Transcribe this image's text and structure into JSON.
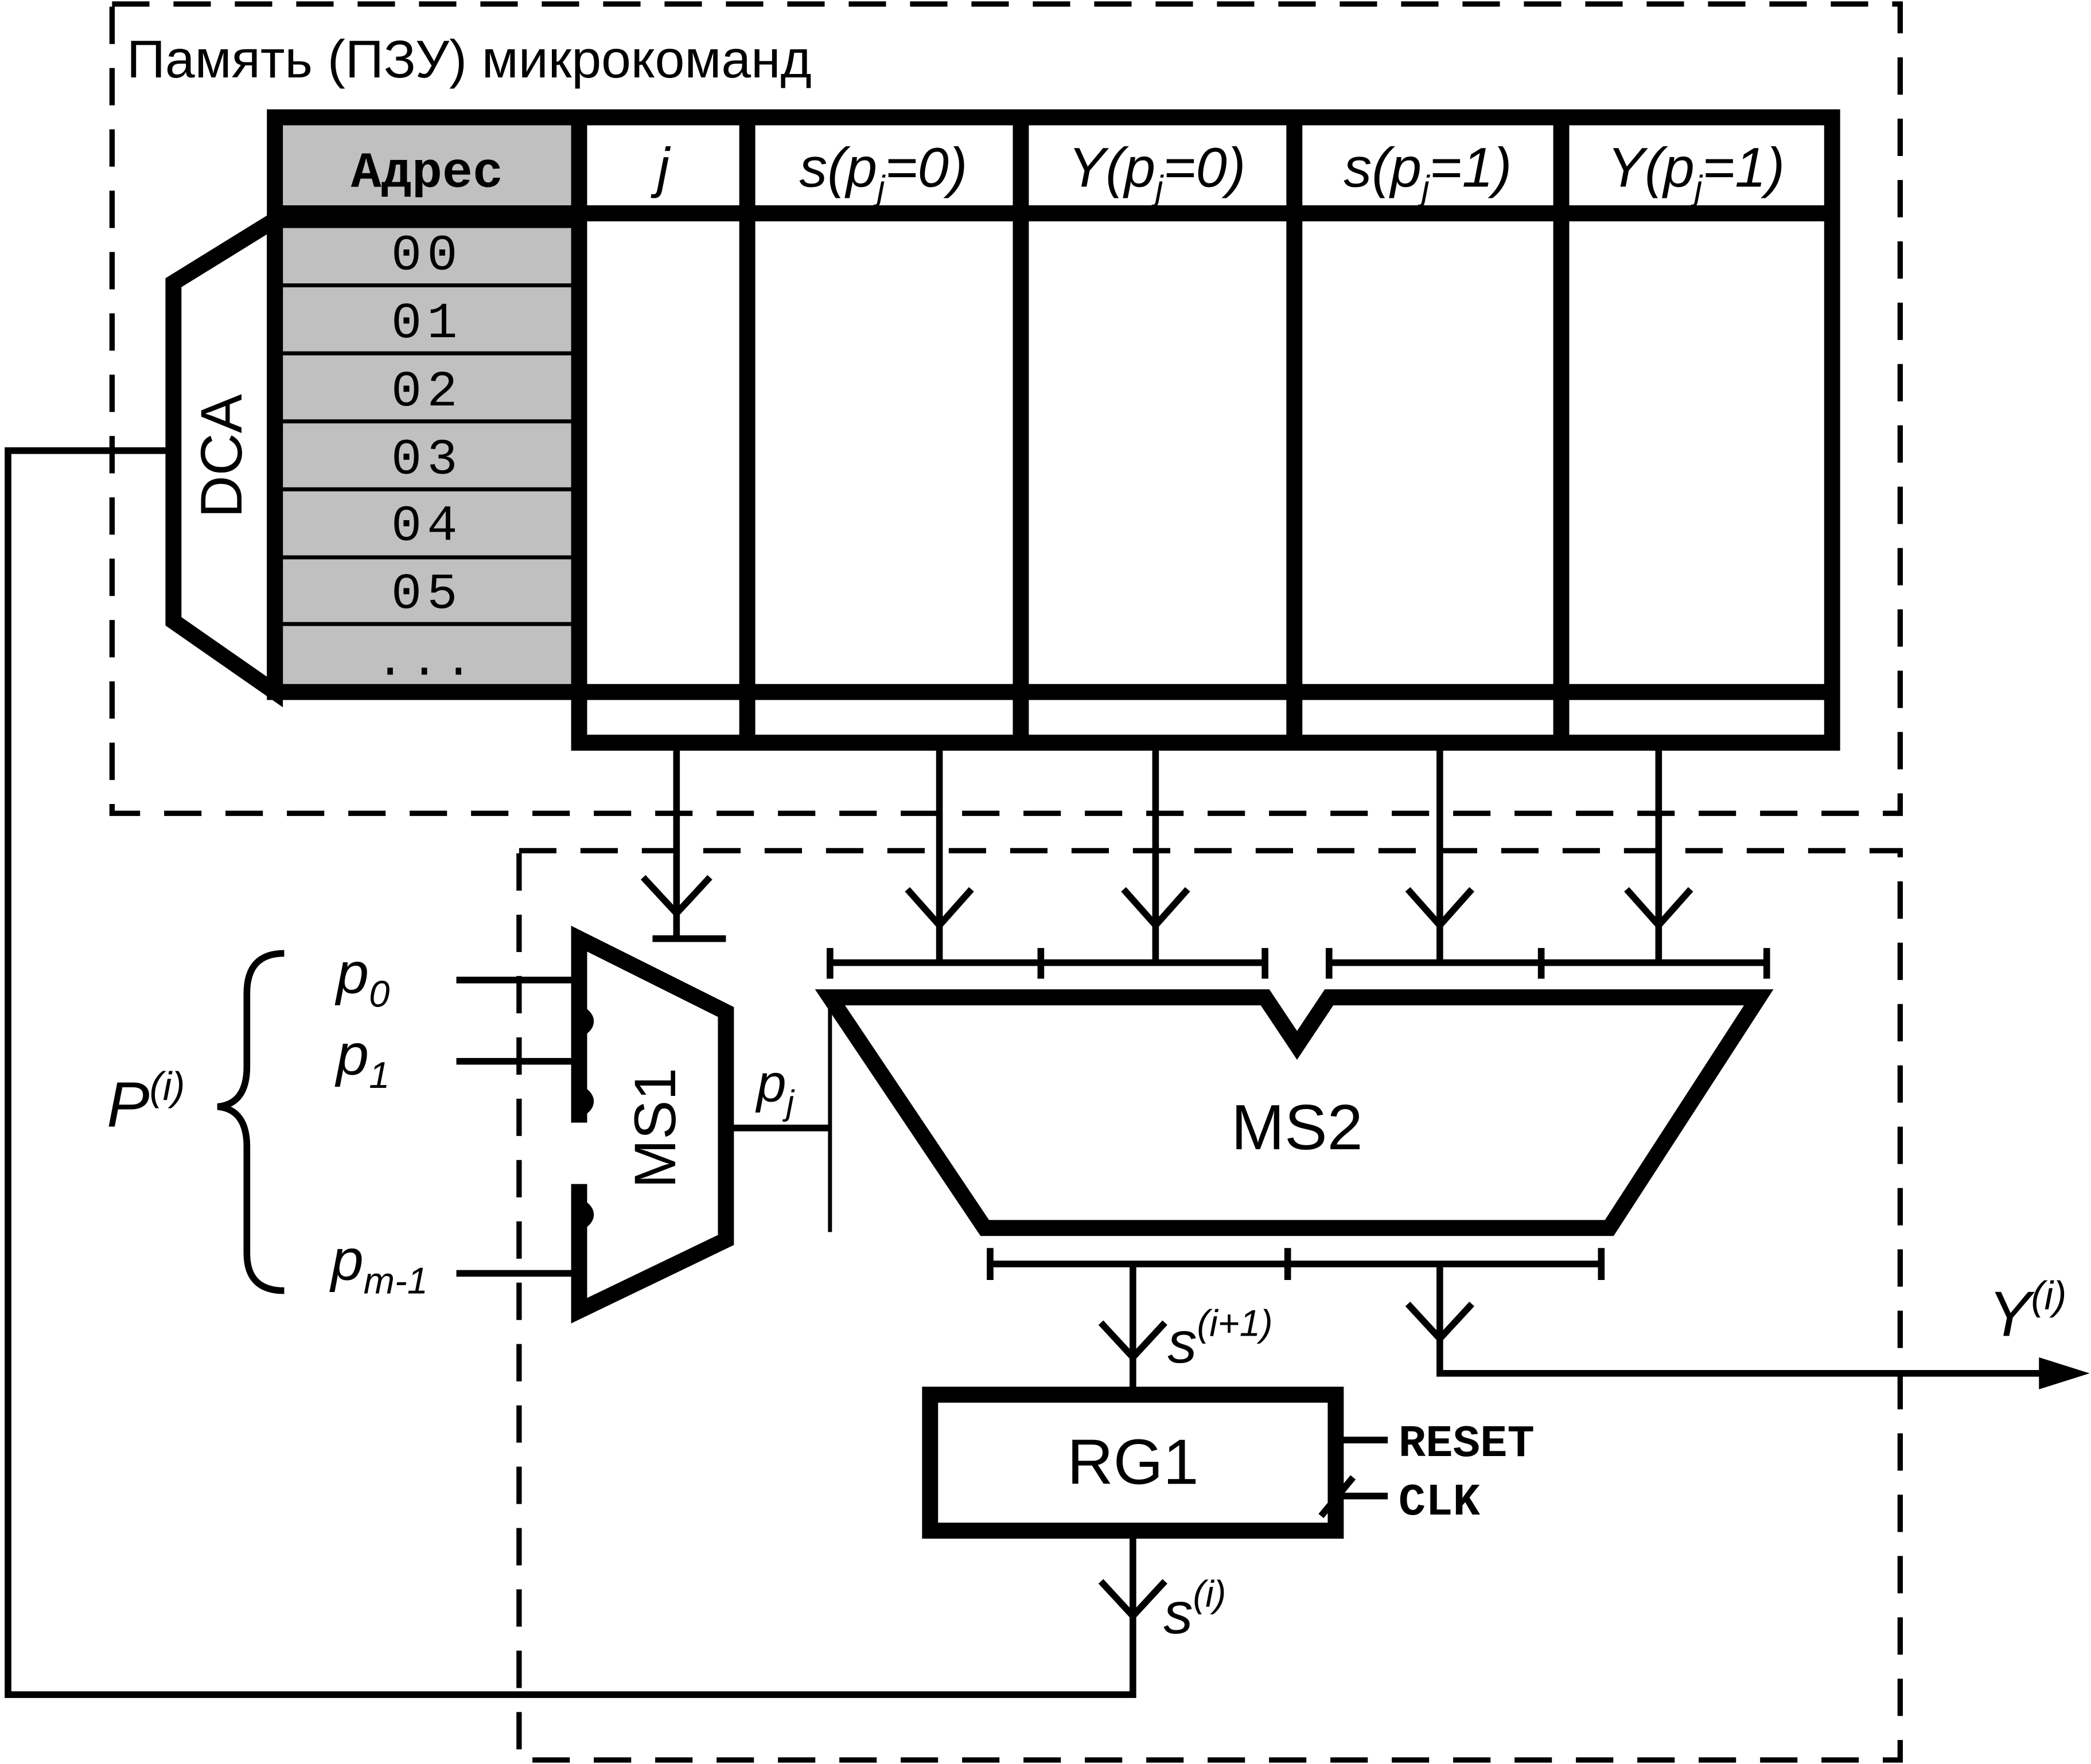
{
  "memory_block": {
    "title": "Память (ПЗУ) микрокоманд"
  },
  "decoder": {
    "label": "DCA"
  },
  "table": {
    "address_header": "Адрес",
    "columns": [
      {
        "id": "j",
        "base": "j",
        "sub": "",
        "tail": ""
      },
      {
        "id": "s0",
        "base": "s(p",
        "sub": "j",
        "tail": "=0)"
      },
      {
        "id": "y0",
        "base": "Y(p",
        "sub": "j",
        "tail": "=0)"
      },
      {
        "id": "s1",
        "base": "s(p",
        "sub": "j",
        "tail": "=1)"
      },
      {
        "id": "y1",
        "base": "Y(p",
        "sub": "j",
        "tail": "=1)"
      }
    ],
    "addresses": [
      "00",
      "01",
      "02",
      "03",
      "04",
      "05",
      "..."
    ]
  },
  "mux1": {
    "label": "MS1",
    "inputs": [
      {
        "base": "p",
        "sub": "0"
      },
      {
        "base": "p",
        "sub": "1"
      },
      {
        "base": "p",
        "sub": "m-1"
      }
    ],
    "input_group": {
      "base": "P",
      "sup": "(i)"
    },
    "output": {
      "base": "p",
      "sub": "j"
    }
  },
  "mux2": {
    "label": "MS2"
  },
  "register": {
    "label": "RG1",
    "reset_label": "RESET",
    "clk_label": "CLK"
  },
  "signals": {
    "next_state": {
      "base": "s",
      "sup": "(i+1)"
    },
    "current_state": {
      "base": "s",
      "sup": "(i)"
    },
    "output": {
      "base": "Y",
      "sup": "(i)"
    }
  }
}
